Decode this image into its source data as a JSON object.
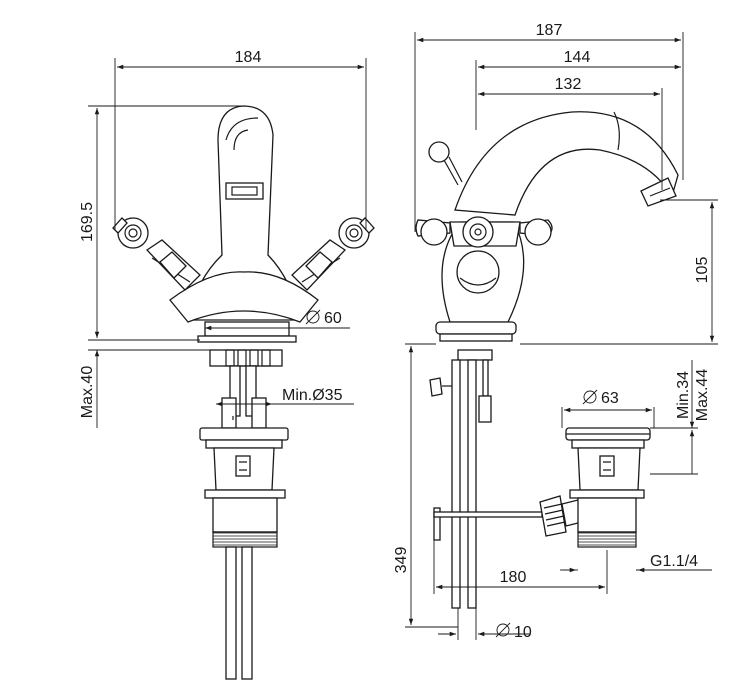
{
  "dimensions": {
    "front_width": "184",
    "front_height": "169.5",
    "front_base_dia": "60",
    "front_max_thickness": "Max.40",
    "front_hole_dia": "Min.Ø35",
    "side_total_width": "187",
    "side_spout_reach": "144",
    "side_spout_reach_inner": "132",
    "side_spout_height": "105",
    "side_total_height": "349",
    "side_waste_dia": "63",
    "side_waste_min": "Min.34",
    "side_waste_max": "Max.44",
    "side_rod_length": "180",
    "side_thread": "G1.1/4",
    "side_pipe_dia": "10"
  }
}
